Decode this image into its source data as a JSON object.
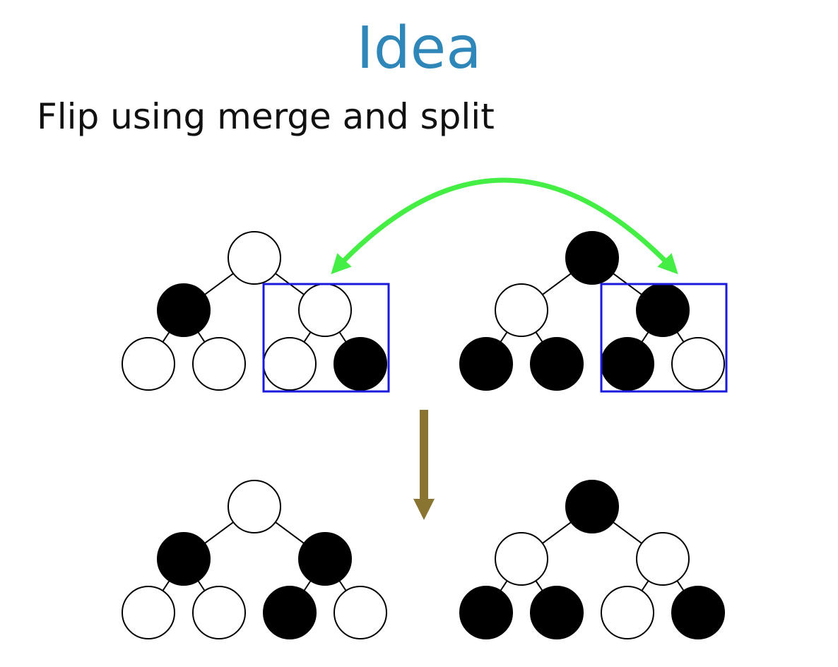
{
  "slide": {
    "title": "Idea",
    "subtitle": "Flip using merge and split"
  },
  "colors": {
    "title": "#2f86b8",
    "highlight_box": "#1a1adf",
    "swap_arrow": "#44ee44",
    "down_arrow": "#8a7431",
    "node_black": "#000000",
    "node_white": "#ffffff"
  },
  "trees": [
    {
      "id": "top-left",
      "nodes": [
        "white",
        "black",
        "white",
        "white",
        "white",
        "white",
        "black"
      ],
      "highlight_subtree": "right"
    },
    {
      "id": "top-right",
      "nodes": [
        "black",
        "white",
        "black",
        "black",
        "black",
        "black",
        "white"
      ],
      "highlight_subtree": "right"
    },
    {
      "id": "bottom-left",
      "nodes": [
        "white",
        "black",
        "black",
        "white",
        "white",
        "black",
        "white"
      ],
      "highlight_subtree": ""
    },
    {
      "id": "bottom-right",
      "nodes": [
        "black",
        "white",
        "white",
        "black",
        "black",
        "white",
        "black"
      ],
      "highlight_subtree": ""
    }
  ],
  "arrows": {
    "swap": {
      "icon": "double-headed-curved-arrow",
      "between": [
        "top-left",
        "top-right"
      ],
      "target": "right-subtree"
    },
    "transform": {
      "icon": "down-arrow",
      "from": "top",
      "to": "bottom"
    }
  }
}
